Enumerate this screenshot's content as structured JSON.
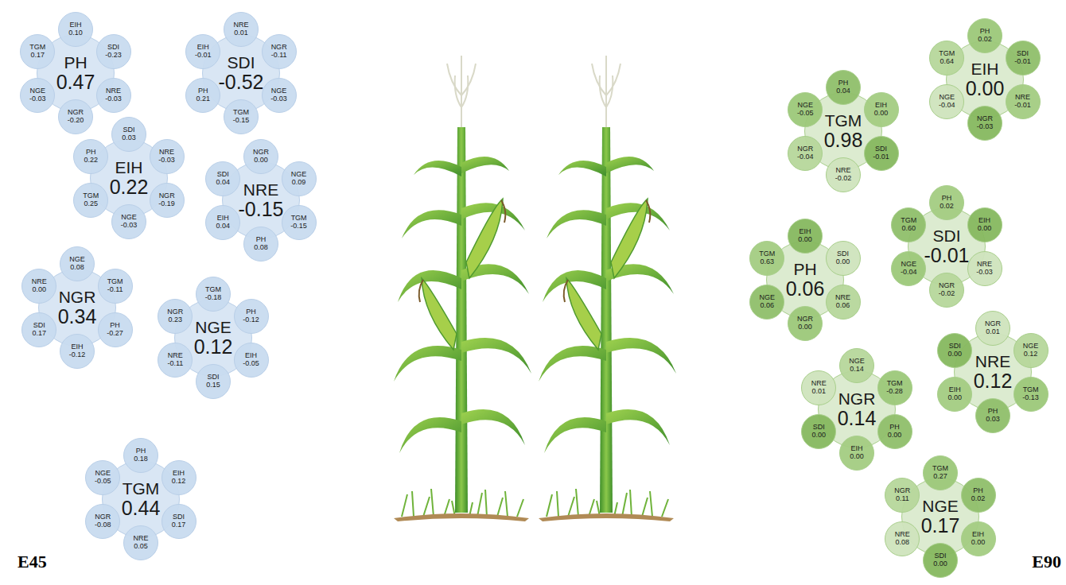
{
  "diagram": {
    "nodes": [
      {
        "text": [
          "PH",
          "0.47"
        ]
      },
      {
        "text": [
          "EIH",
          "0.10"
        ]
      },
      {
        "text": [
          "SDI",
          "-0.23"
        ]
      },
      {
        "text": [
          "NRE",
          "-0.03"
        ]
      },
      {
        "text": [
          "NGR",
          "-0.20"
        ]
      },
      {
        "text": [
          "NGE",
          "-0.03"
        ]
      },
      {
        "text": [
          "TGM",
          "0.17"
        ]
      },
      {
        "text": [
          "SDI",
          "-0.52"
        ]
      },
      {
        "text": [
          "NRE",
          "0.01"
        ]
      },
      {
        "text": [
          "NGR",
          "-0.11"
        ]
      },
      {
        "text": [
          "NGE",
          "-0.03"
        ]
      },
      {
        "text": [
          "TGM",
          "-0.15"
        ]
      },
      {
        "text": [
          "PH",
          "0.21"
        ]
      },
      {
        "text": [
          "EIH",
          "-0.01"
        ]
      },
      {
        "text": [
          "EIH",
          "0.22"
        ]
      },
      {
        "text": [
          "SDI",
          "0.03"
        ]
      },
      {
        "text": [
          "NRE",
          "-0.03"
        ]
      },
      {
        "text": [
          "NGR",
          "-0.19"
        ]
      },
      {
        "text": [
          "NGE",
          "-0.03"
        ]
      },
      {
        "text": [
          "TGM",
          "0.25"
        ]
      },
      {
        "text": [
          "PH",
          "0.22"
        ]
      },
      {
        "text": [
          "NRE",
          "-0.15"
        ]
      },
      {
        "text": [
          "NGR",
          "0.00"
        ]
      },
      {
        "text": [
          "NGE",
          "0.09"
        ]
      },
      {
        "text": [
          "TGM",
          "-0.15"
        ]
      },
      {
        "text": [
          "PH",
          "0.08"
        ]
      },
      {
        "text": [
          "EIH",
          "0.04"
        ]
      },
      {
        "text": [
          "SDI",
          "0.04"
        ]
      },
      {
        "text": [
          "NGR",
          "0.34"
        ]
      },
      {
        "text": [
          "NGE",
          "0.08"
        ]
      },
      {
        "text": [
          "TGM",
          "-0.11"
        ]
      },
      {
        "text": [
          "PH",
          "-0.27"
        ]
      },
      {
        "text": [
          "EIH",
          "-0.12"
        ]
      },
      {
        "text": [
          "SDI",
          "0.17"
        ]
      },
      {
        "text": [
          "NRE",
          "0.00"
        ]
      },
      {
        "text": [
          "NGE",
          "0.12"
        ]
      },
      {
        "text": [
          "TGM",
          "-0.18"
        ]
      },
      {
        "text": [
          "PH",
          "-0.12"
        ]
      },
      {
        "text": [
          "EIH",
          "-0.05"
        ]
      },
      {
        "text": [
          "SDI",
          "0.15"
        ]
      },
      {
        "text": [
          "NRE",
          "-0.11"
        ]
      },
      {
        "text": [
          "NGR",
          "0.23"
        ]
      },
      {
        "text": [
          "TGM",
          "0.44"
        ]
      },
      {
        "text": [
          "PH",
          "0.18"
        ]
      },
      {
        "text": [
          "EIH",
          "0.12"
        ]
      },
      {
        "text": [
          "SDI",
          "0.17"
        ]
      },
      {
        "text": [
          "NRE",
          "0.05"
        ]
      },
      {
        "text": [
          "NGR",
          "-0.08"
        ]
      },
      {
        "text": [
          "NGE",
          "-0.05"
        ]
      },
      {
        "text": [
          "EIH",
          "0.00"
        ]
      },
      {
        "text": [
          "PH",
          "0.02"
        ]
      },
      {
        "text": [
          "SDI",
          "-0.01"
        ]
      },
      {
        "text": [
          "NRE",
          "-0.01"
        ]
      },
      {
        "text": [
          "NGR",
          "-0.03"
        ]
      },
      {
        "text": [
          "NGE",
          "-0.04"
        ]
      },
      {
        "text": [
          "TGM",
          "0.64"
        ]
      },
      {
        "text": [
          "TGM",
          "0.98"
        ]
      },
      {
        "text": [
          "PH",
          "0.04"
        ]
      },
      {
        "text": [
          "EIH",
          "0.00"
        ]
      },
      {
        "text": [
          "SDI",
          "-0.01"
        ]
      },
      {
        "text": [
          "NRE",
          "-0.02"
        ]
      },
      {
        "text": [
          "NGR",
          "-0.04"
        ]
      },
      {
        "text": [
          "NGE",
          "-0.05"
        ]
      },
      {
        "text": [
          "SDI",
          "-0.01"
        ]
      },
      {
        "text": [
          "PH",
          "0.02"
        ]
      },
      {
        "text": [
          "EIH",
          "0.00"
        ]
      },
      {
        "text": [
          "NRE",
          "-0.03"
        ]
      },
      {
        "text": [
          "NGR",
          "-0.02"
        ]
      },
      {
        "text": [
          "NGE",
          "-0.04"
        ]
      },
      {
        "text": [
          "TGM",
          "0.60"
        ]
      },
      {
        "text": [
          "PH",
          "0.06"
        ]
      },
      {
        "text": [
          "EIH",
          "0.00"
        ]
      },
      {
        "text": [
          "SDI",
          "0.00"
        ]
      },
      {
        "text": [
          "NRE",
          "0.06"
        ]
      },
      {
        "text": [
          "NGR",
          "0.00"
        ]
      },
      {
        "text": [
          "NGE",
          "0.06"
        ]
      },
      {
        "text": [
          "TGM",
          "0.63"
        ]
      },
      {
        "text": [
          "NRE",
          "0.12"
        ]
      },
      {
        "text": [
          "NGR",
          "0.01"
        ]
      },
      {
        "text": [
          "NGE",
          "0.12"
        ]
      },
      {
        "text": [
          "TGM",
          "-0.13"
        ]
      },
      {
        "text": [
          "PH",
          "0.03"
        ]
      },
      {
        "text": [
          "EIH",
          "0.00"
        ]
      },
      {
        "text": [
          "SDI",
          "0.00"
        ]
      },
      {
        "text": [
          "NGR",
          "0.14"
        ]
      },
      {
        "text": [
          "NGE",
          "0.14"
        ]
      },
      {
        "text": [
          "TGM",
          "-0.28"
        ]
      },
      {
        "text": [
          "PH",
          "0.00"
        ]
      },
      {
        "text": [
          "EIH",
          "0.00"
        ]
      },
      {
        "text": [
          "SDI",
          "0.00"
        ]
      },
      {
        "text": [
          "NRE",
          "0.01"
        ]
      },
      {
        "text": [
          "NGE",
          "0.17"
        ]
      },
      {
        "text": [
          "TGM",
          "0.27"
        ]
      },
      {
        "text": [
          "PH",
          "0.02"
        ]
      },
      {
        "text": [
          "EIH",
          "0.00"
        ]
      },
      {
        "text": [
          "SDI",
          "0.00"
        ]
      },
      {
        "text": [
          "NRE",
          "0.08"
        ]
      },
      {
        "text": [
          "NGR",
          "0.11"
        ]
      }
    ],
    "labels": [
      "E45",
      "E90"
    ]
  }
}
